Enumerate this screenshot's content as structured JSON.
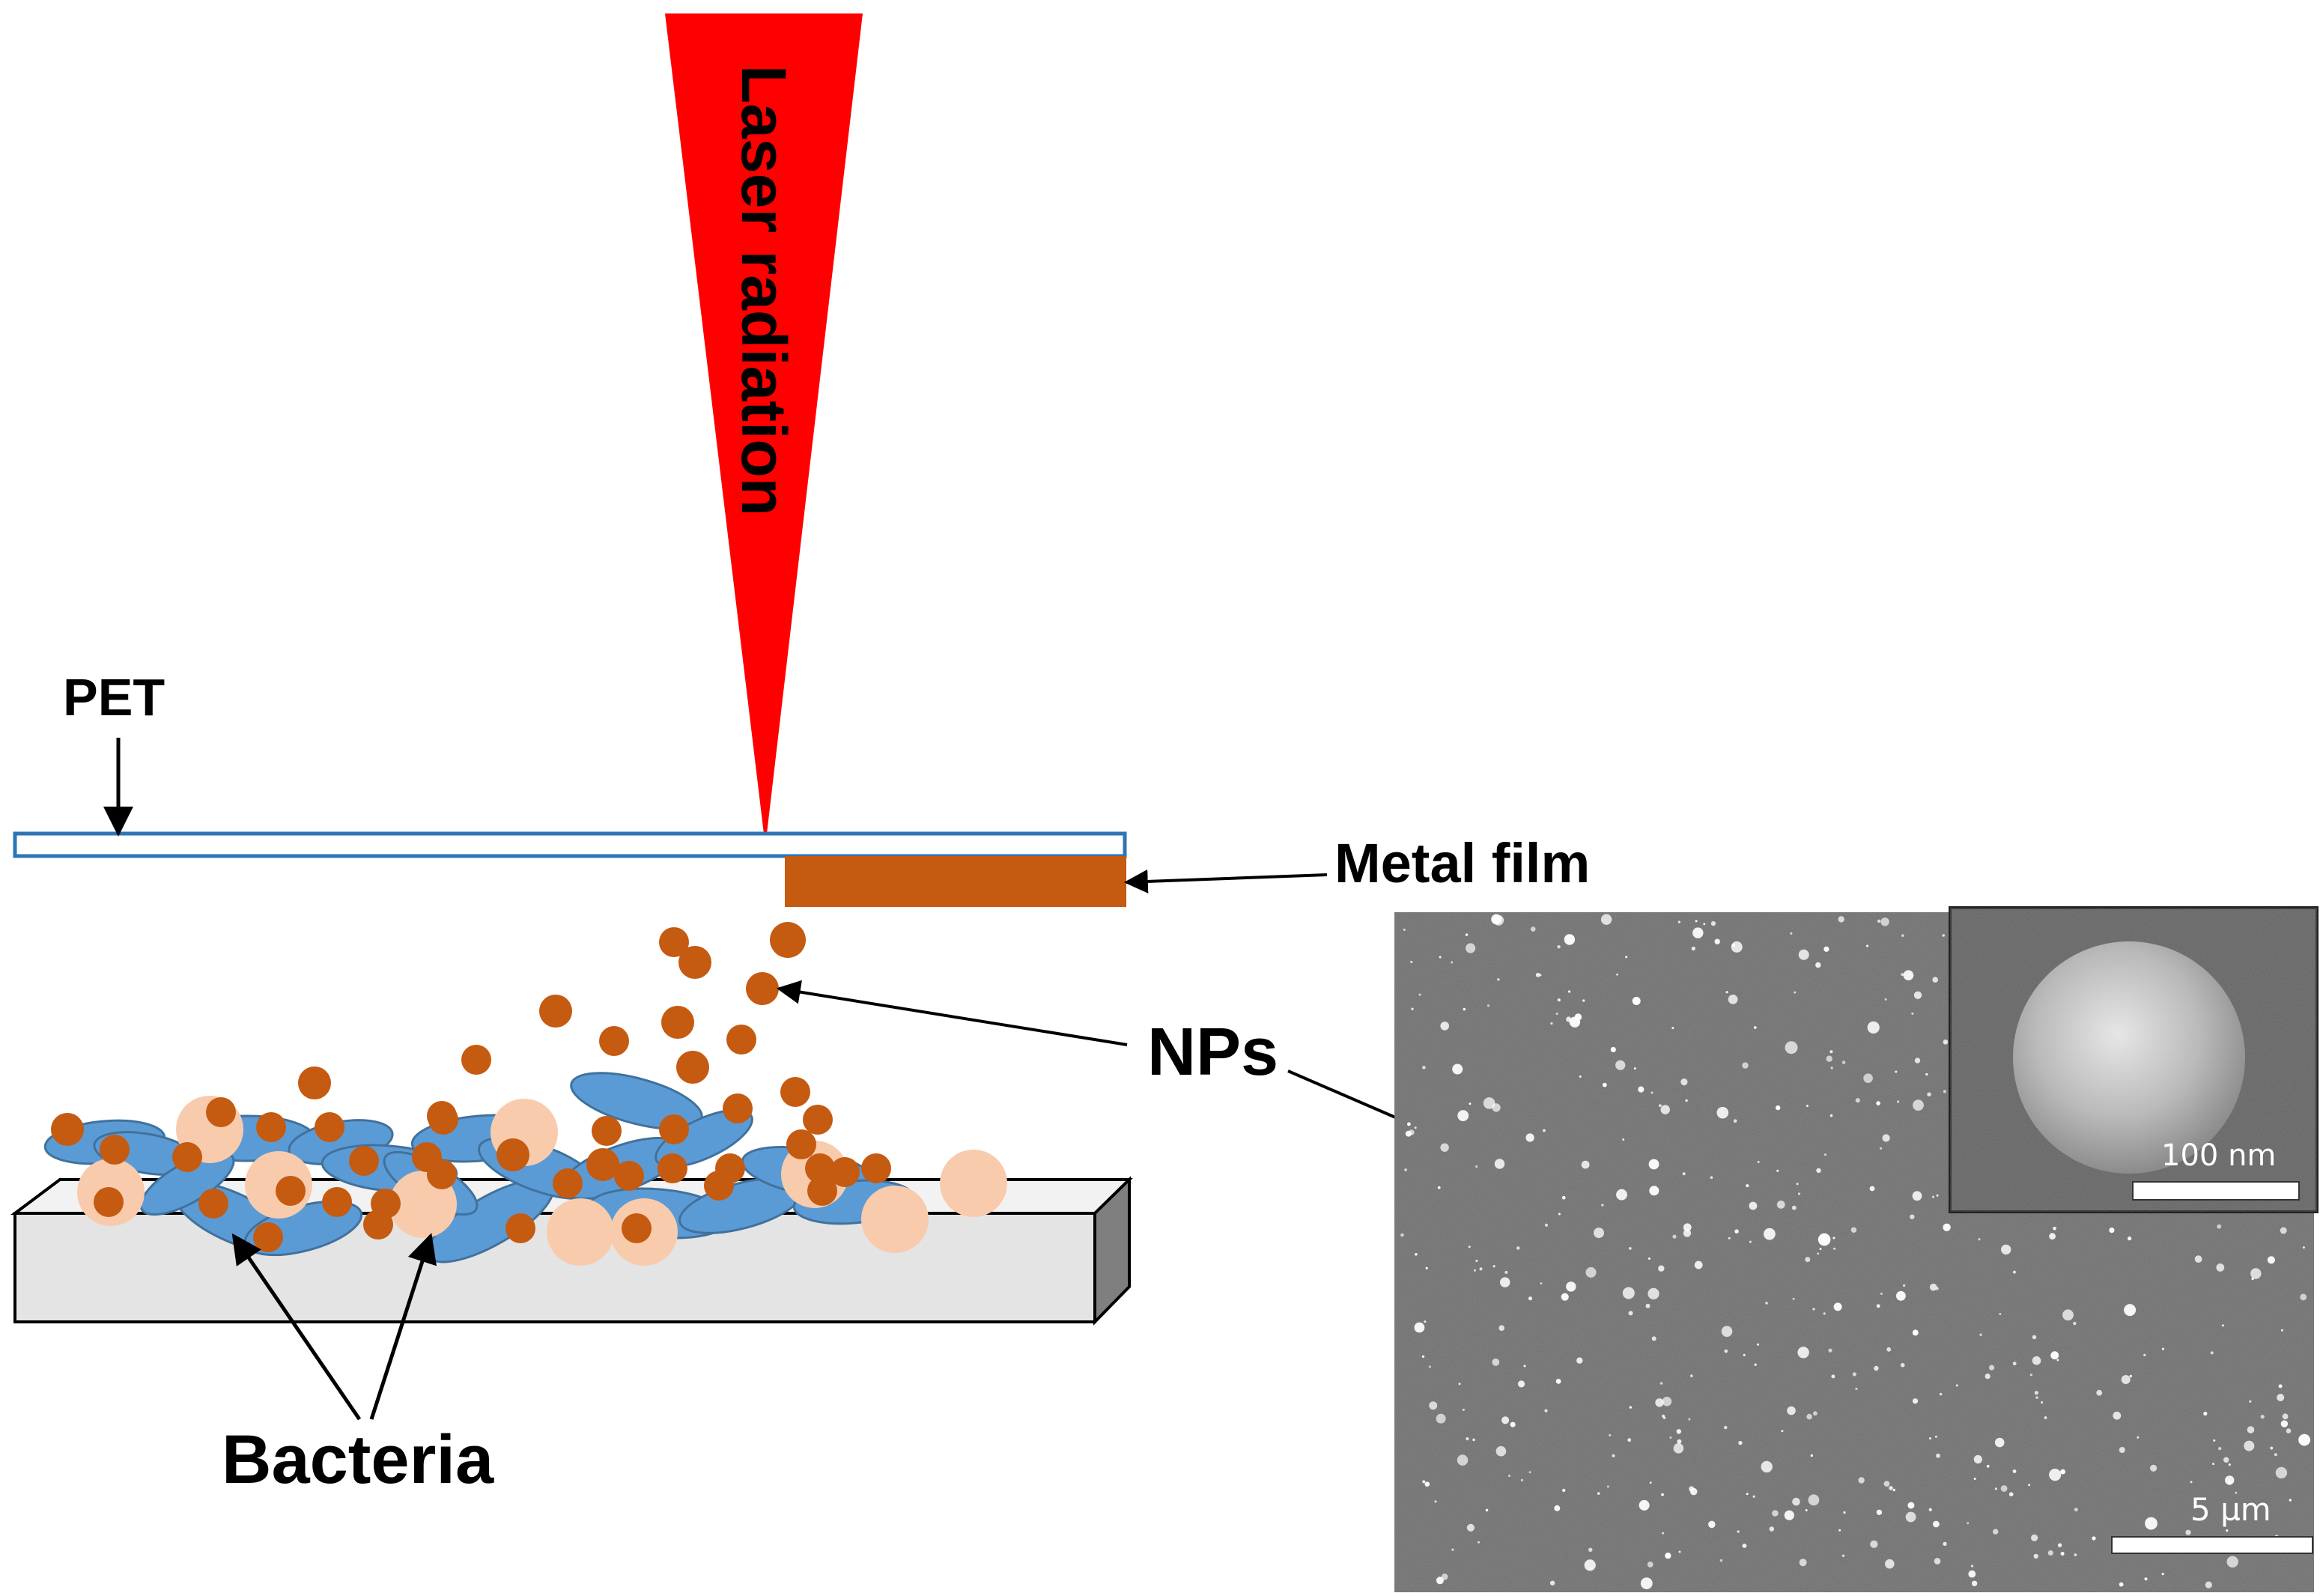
{
  "labels": {
    "laser": "Laser radiation",
    "pet": "PET",
    "metal_film": "Metal film",
    "nps": "NPs",
    "bacteria": "Bacteria"
  },
  "sem": {
    "scale_main": "5 µm",
    "scale_inset": "100 nm"
  },
  "colors": {
    "laser": "#ff0000",
    "metal_film": "#c55a11",
    "bacteria_rod": "#5b9bd5",
    "bacteria_round": "#f8cbad",
    "pet_line": "#2e75b6",
    "substrate": "#e4e4e4"
  }
}
